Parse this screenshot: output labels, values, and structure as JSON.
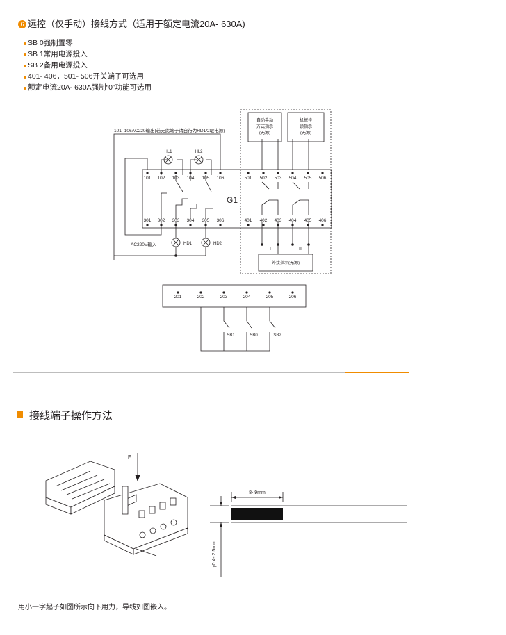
{
  "heading": {
    "number": "6",
    "text": "远控（仅手动）接线方式（适用于额定电流20A- 630A)"
  },
  "bullets": [
    "SB 0强制置零",
    "SB 1常用电源投入",
    "SB 2备用电源投入",
    "401- 406，501- 506开关端子可选用",
    "额定电流20A- 630A强制“0”功能可选用"
  ],
  "wiring": {
    "top_note": "101- 106AC220输出(若无此端子请自行为HD1/2取电源)",
    "device_label": "G1",
    "top_terminals": [
      "101",
      "102",
      "103",
      "104",
      "105",
      "106",
      "501",
      "502",
      "503",
      "504",
      "505",
      "506"
    ],
    "bottom_terminals": [
      "301",
      "302",
      "303",
      "304",
      "305",
      "306",
      "401",
      "402",
      "403",
      "404",
      "405",
      "406"
    ],
    "lamps_top": [
      "HL1",
      "HL2"
    ],
    "lamps_bottom": [
      "HD1",
      "HD2"
    ],
    "ac_input_label": "AC220V输入",
    "box_auto_manual": [
      "自动手动",
      "方式指示",
      "(无源)"
    ],
    "box_fault": [
      "机械挂",
      "锁指示",
      "(无源)"
    ],
    "box_external": "外接指示(无源)",
    "roman_left": "I",
    "roman_right": "II"
  },
  "switch_block": {
    "terminals": [
      "201",
      "202",
      "203",
      "204",
      "205",
      "206"
    ],
    "switches": [
      "SB1",
      "SB0",
      "SB2"
    ]
  },
  "section": {
    "title": "接线端子操作方法"
  },
  "install": {
    "force_label": "F",
    "strip_length": "8- 9mm",
    "wire_diameter": "φ0.4- 2.5mm"
  },
  "footnote": "用小一字起子如图所示向下用力，导线如图嵌入。",
  "colors": {
    "accent": "#f08c00",
    "line": "#231f20",
    "divider": "#bdbdbd"
  }
}
